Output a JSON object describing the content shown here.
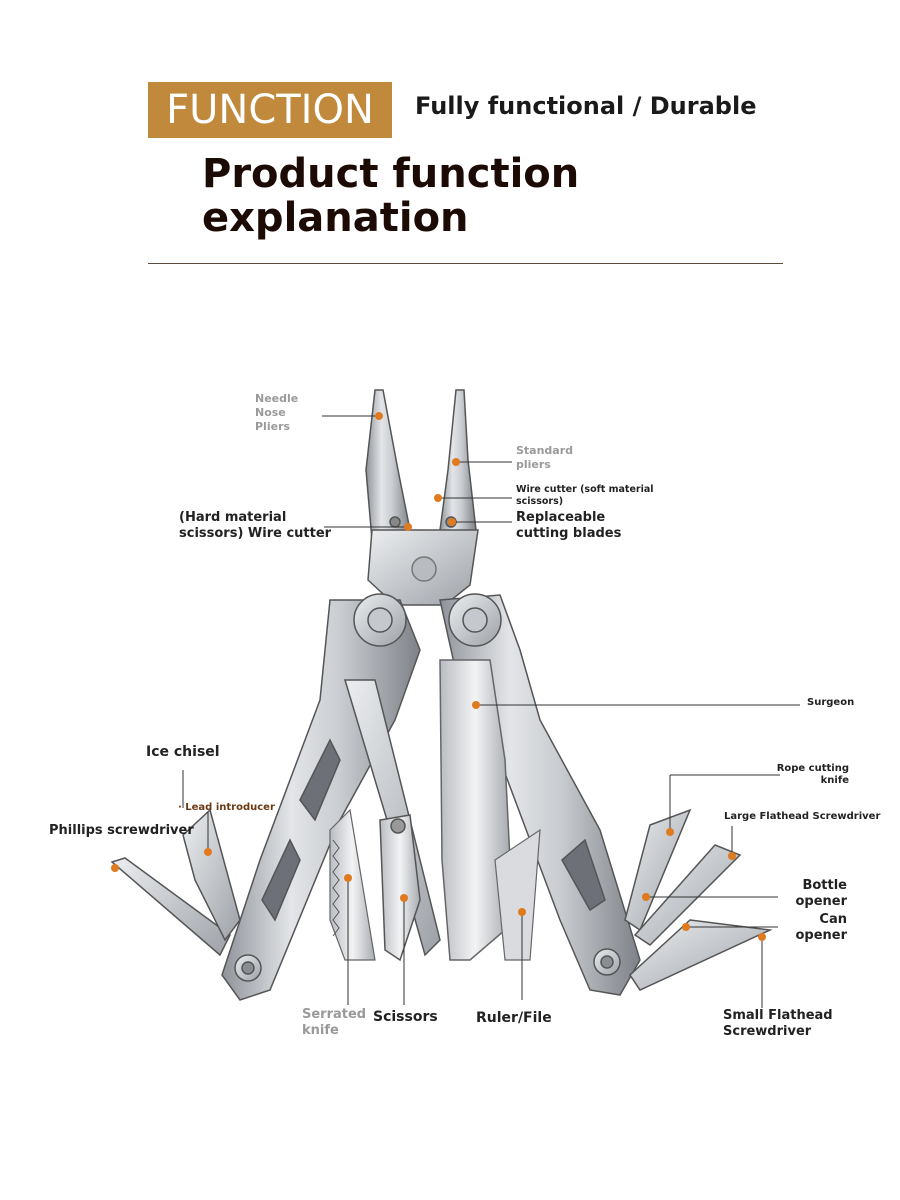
{
  "header": {
    "badge": "FUNCTION",
    "tagline": "Fully functional / Durable",
    "title": "Product function explanation"
  },
  "colors": {
    "accent": "#c0893c",
    "callout_dot": "#e07a1f",
    "title_text": "#1c0a05"
  },
  "callouts": {
    "needle_nose_pliers": "Needle\nNose\nPliers",
    "standard_pliers": "Standard\npliers",
    "wire_cutter_soft": "Wire cutter (soft material\nscissors)",
    "replaceable_blades": "Replaceable\ncutting blades",
    "wire_cutter_hard": "(Hard material\nscissors) Wire cutter",
    "surgeon": "Surgeon",
    "ice_chisel": "Ice chisel",
    "lead_introducer": "· Lead introducer",
    "phillips_screwdriver": "Phillips screwdriver",
    "rope_cutting_knife": "Rope cutting\nknife",
    "large_flathead": "Large Flathead Screwdriver",
    "bottle_opener": "Bottle\nopener",
    "can_opener": "Can\nopener",
    "serrated_knife": "Serrated\nknife",
    "scissors": "Scissors",
    "ruler_file": "Ruler/File",
    "small_flathead": "Small Flathead\nScrewdriver"
  }
}
